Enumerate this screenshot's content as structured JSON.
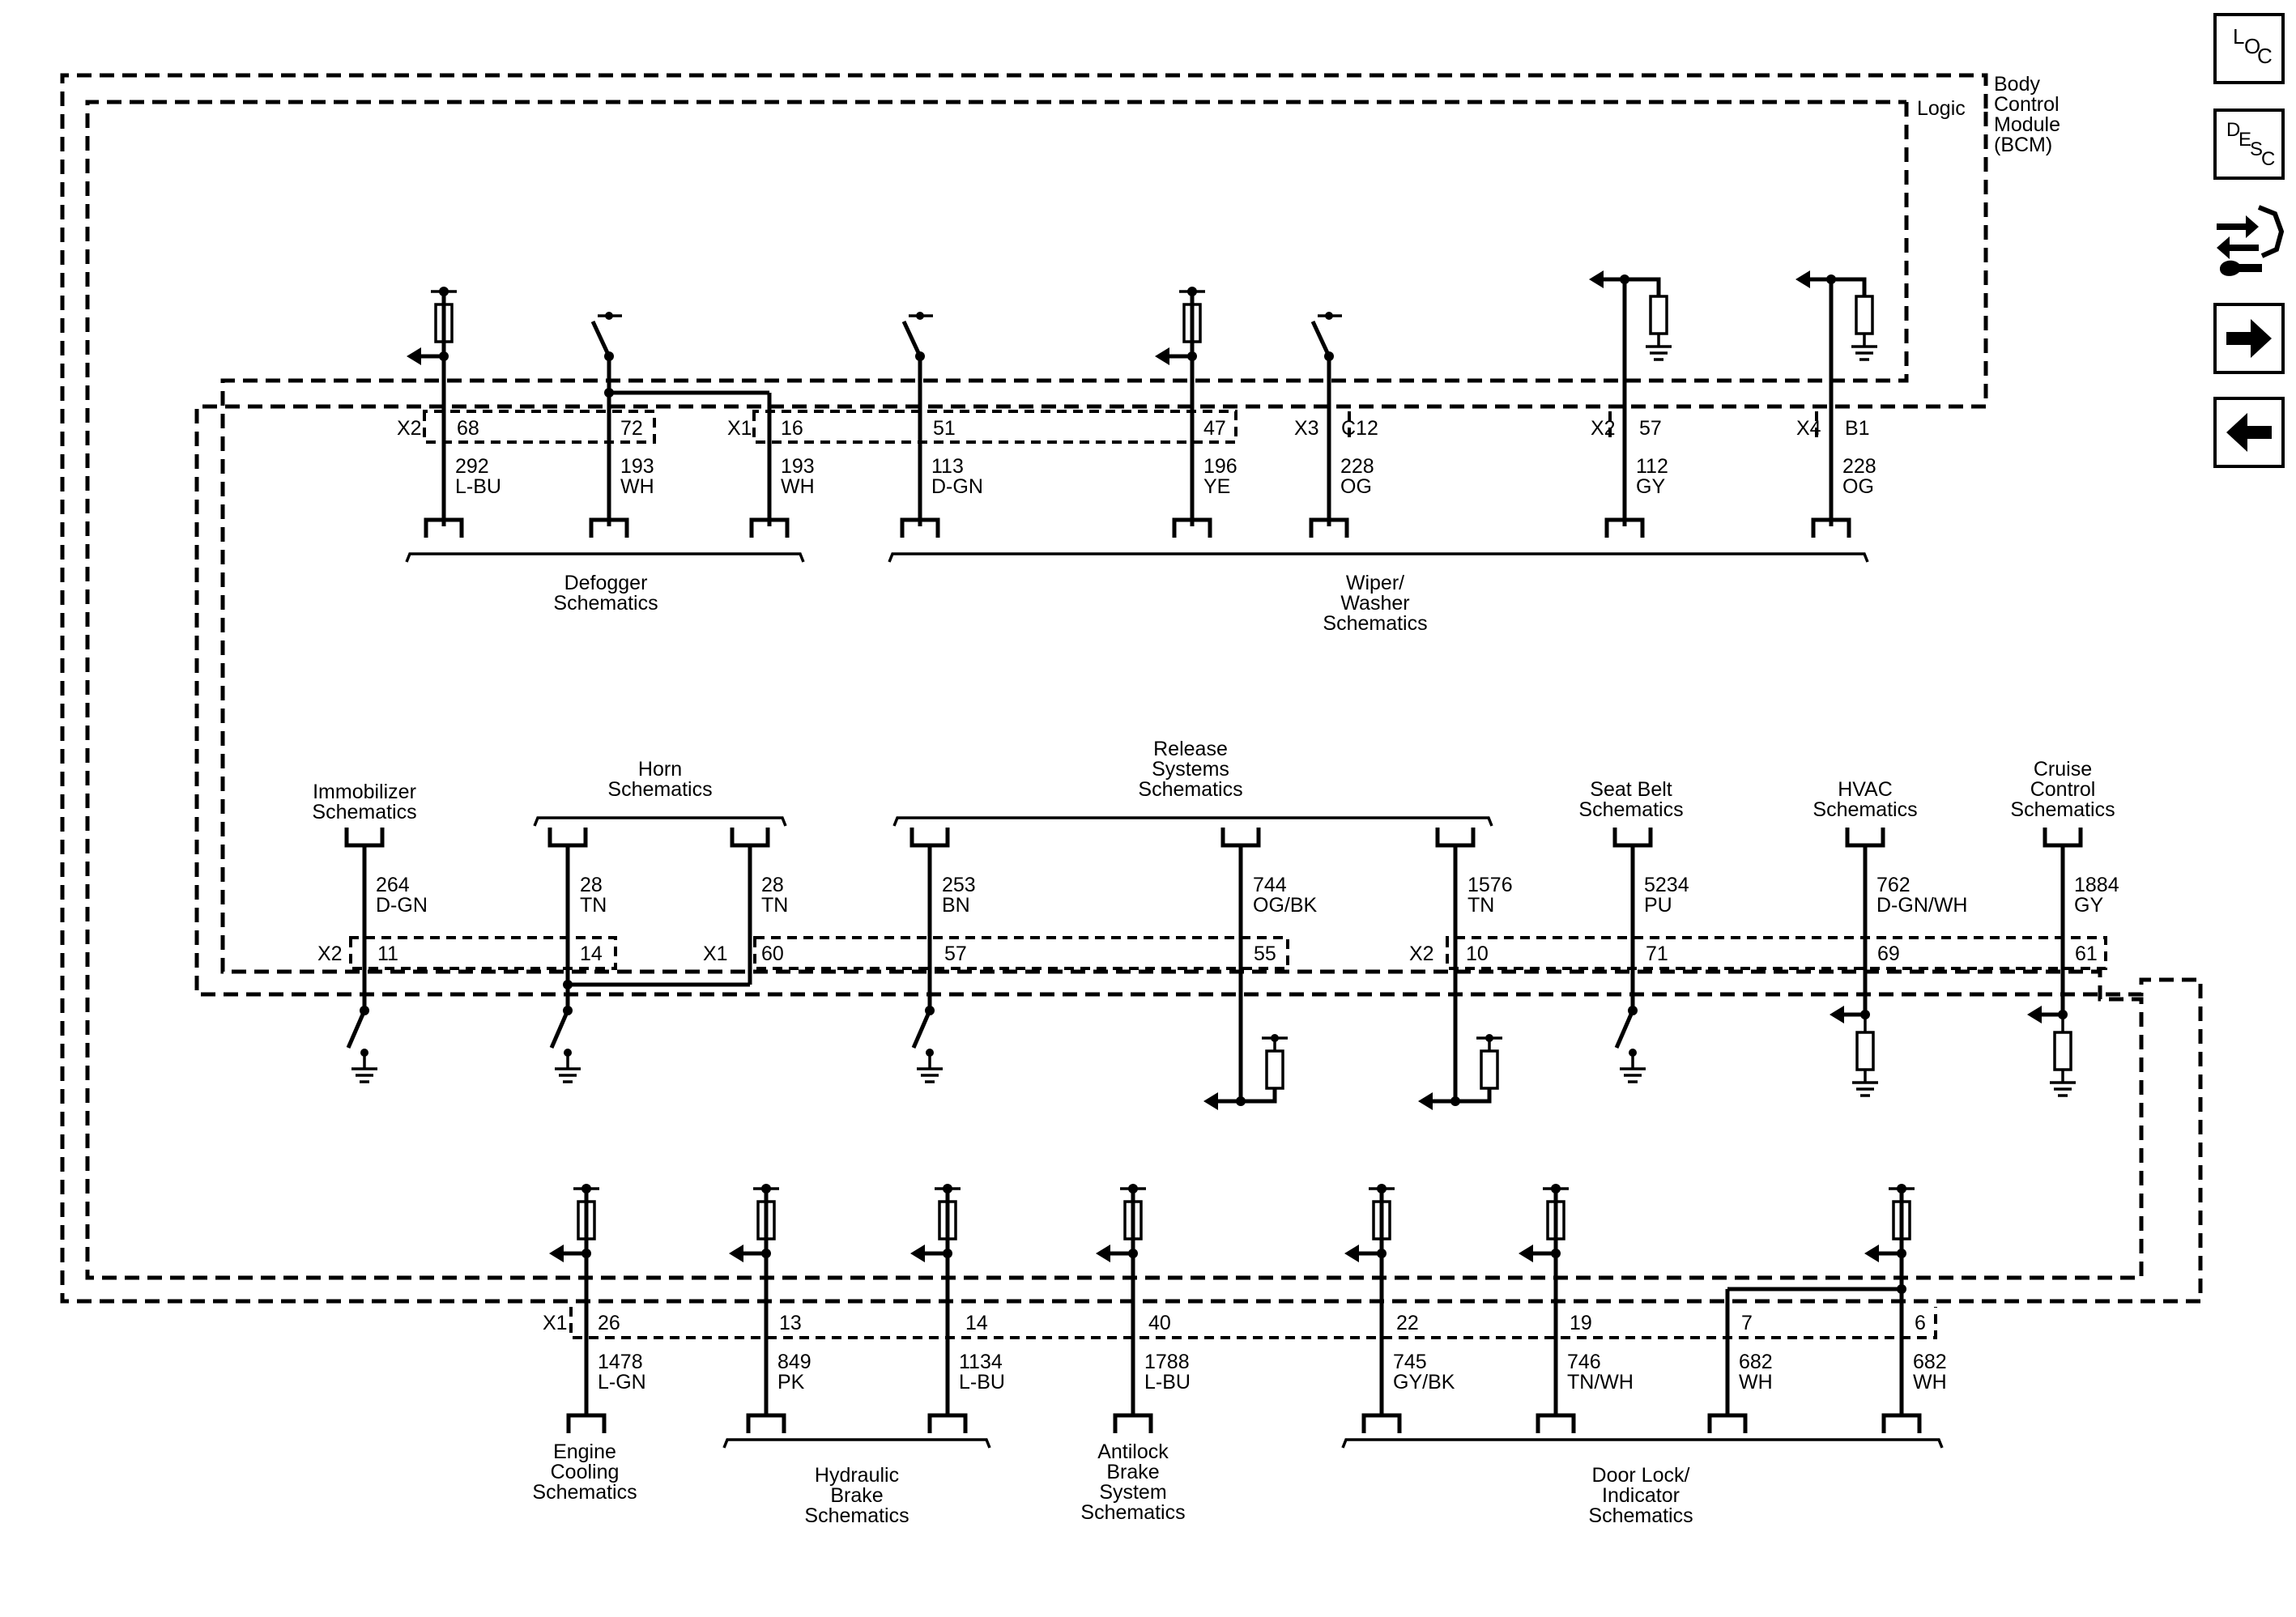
{
  "module": {
    "title_lines": [
      "Body",
      "Control",
      "Module",
      "(BCM)"
    ],
    "logic_label": "Logic"
  },
  "top_row": {
    "circuits": [
      {
        "connector": "X2",
        "pin": "68",
        "circuit": "292",
        "color": "L-BU",
        "element": "pullup-output"
      },
      {
        "connector": "",
        "pin": "72",
        "circuit": "193",
        "color": "WH",
        "element": "switch"
      },
      {
        "connector": "X1",
        "pin": "16",
        "circuit": "193",
        "color": "WH",
        "element": "none"
      },
      {
        "connector": "",
        "pin": "51",
        "circuit": "113",
        "color": "D-GN",
        "element": "switch"
      },
      {
        "connector": "",
        "pin": "47",
        "circuit": "196",
        "color": "YE",
        "element": "pullup-output"
      },
      {
        "connector": "X3",
        "pin": "C12",
        "circuit": "228",
        "color": "OG",
        "element": "switch"
      },
      {
        "connector": "X2",
        "pin": "57",
        "circuit": "112",
        "color": "GY",
        "element": "pulldown-output"
      },
      {
        "connector": "X4",
        "pin": "B1",
        "circuit": "228",
        "color": "OG",
        "element": "pulldown-output"
      }
    ],
    "groups": [
      {
        "lines": [
          "Defogger",
          "Schematics"
        ]
      },
      {
        "lines": [
          "Wiper/",
          "Washer",
          "Schematics"
        ]
      }
    ]
  },
  "middle_row": {
    "circuits": [
      {
        "connector": "X2",
        "pin": "11",
        "circuit": "264",
        "color": "D-GN",
        "element": "ground-switch"
      },
      {
        "connector": "",
        "pin": "14",
        "circuit": "28",
        "color": "TN",
        "element": "ground-switch"
      },
      {
        "connector": "X1",
        "pin": "60",
        "circuit": "28",
        "color": "TN",
        "element": "none"
      },
      {
        "connector": "",
        "pin": "57",
        "circuit": "253",
        "color": "BN",
        "element": "ground-switch"
      },
      {
        "connector": "",
        "pin": "55",
        "circuit": "744",
        "color": "OG/BK",
        "element": "pullup-output"
      },
      {
        "connector": "X2",
        "pin": "10",
        "circuit": "1576",
        "color": "TN",
        "element": "pullup-output"
      },
      {
        "connector": "",
        "pin": "71",
        "circuit": "5234",
        "color": "PU",
        "element": "ground-switch"
      },
      {
        "connector": "",
        "pin": "69",
        "circuit": "762",
        "color": "D-GN/WH",
        "element": "pulldown-output"
      },
      {
        "connector": "",
        "pin": "61",
        "circuit": "1884",
        "color": "GY",
        "element": "pulldown-output"
      }
    ],
    "groups": [
      {
        "lines": [
          "Immobilizer",
          "Schematics"
        ]
      },
      {
        "lines": [
          "Horn",
          "Schematics"
        ]
      },
      {
        "lines": [
          "Release",
          "Systems",
          "Schematics"
        ]
      },
      {
        "lines": [
          "Seat Belt",
          "Schematics"
        ]
      },
      {
        "lines": [
          "HVAC",
          "Schematics"
        ]
      },
      {
        "lines": [
          "Cruise",
          "Control",
          "Schematics"
        ]
      }
    ]
  },
  "bottom_row": {
    "circuits": [
      {
        "connector": "X1",
        "pin": "26",
        "circuit": "1478",
        "color": "L-GN",
        "element": "pullup-output"
      },
      {
        "connector": "",
        "pin": "13",
        "circuit": "849",
        "color": "PK",
        "element": "pullup-output"
      },
      {
        "connector": "",
        "pin": "14",
        "circuit": "1134",
        "color": "L-BU",
        "element": "pullup-output"
      },
      {
        "connector": "",
        "pin": "40",
        "circuit": "1788",
        "color": "L-BU",
        "element": "pullup-output"
      },
      {
        "connector": "",
        "pin": "22",
        "circuit": "745",
        "color": "GY/BK",
        "element": "pullup-output"
      },
      {
        "connector": "",
        "pin": "19",
        "circuit": "746",
        "color": "TN/WH",
        "element": "pullup-output"
      },
      {
        "connector": "",
        "pin": "7",
        "circuit": "682",
        "color": "WH",
        "element": "none"
      },
      {
        "connector": "",
        "pin": "6",
        "circuit": "682",
        "color": "WH",
        "element": "pullup-output"
      }
    ],
    "groups": [
      {
        "lines": [
          "Engine",
          "Cooling",
          "Schematics"
        ]
      },
      {
        "lines": [
          "Hydraulic",
          "Brake",
          "Schematics"
        ]
      },
      {
        "lines": [
          "Antilock",
          "Brake",
          "System",
          "Schematics"
        ]
      },
      {
        "lines": [
          "Door Lock/",
          "Indicator",
          "Schematics"
        ]
      }
    ]
  },
  "nav": {
    "loc": {
      "letters": [
        "L",
        "O",
        "C"
      ]
    },
    "desc": {
      "letters": [
        "D",
        "E",
        "S",
        "C"
      ]
    },
    "tools_icon": "connector-tools-icon",
    "next_icon": "arrow-right-icon",
    "prev_icon": "arrow-left-icon"
  }
}
